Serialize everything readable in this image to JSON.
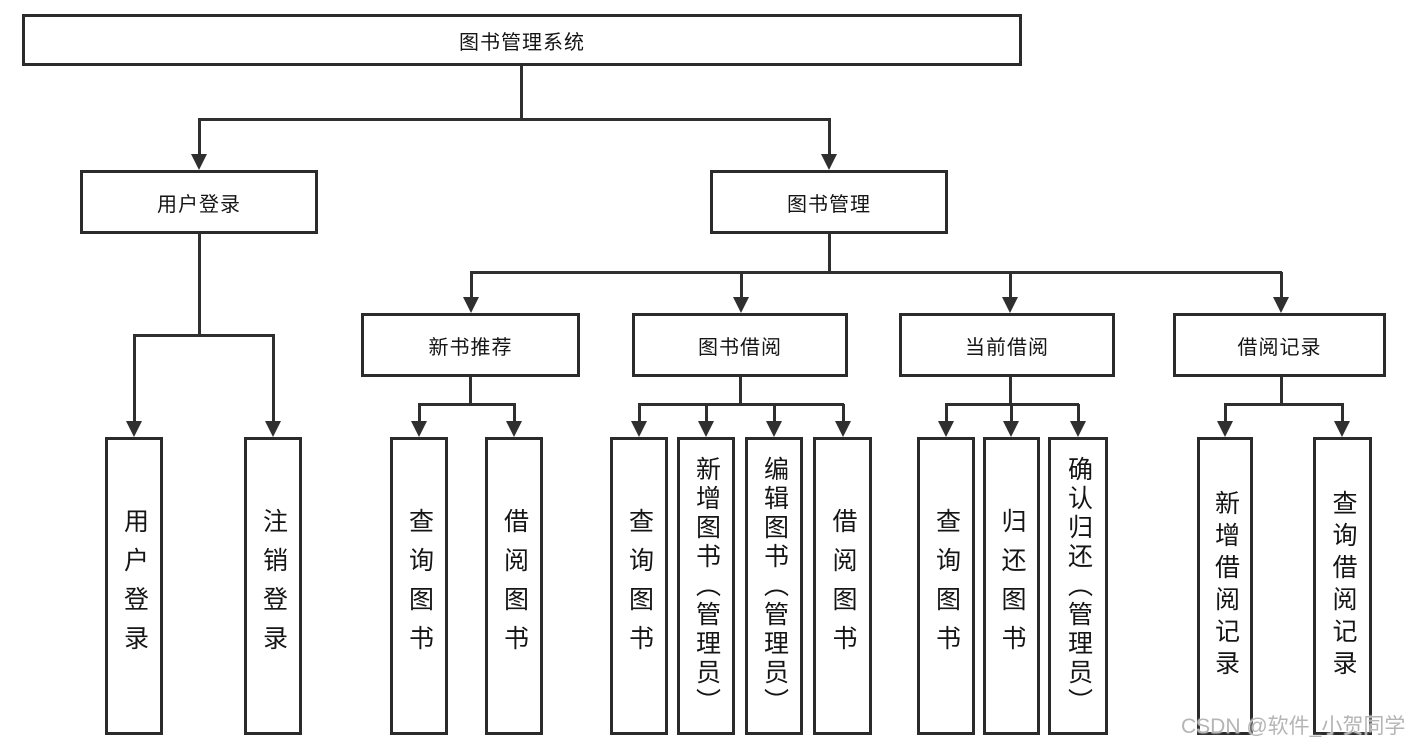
{
  "page": {
    "background": "#ffffff"
  },
  "colors": {
    "line": "#2f2f2f",
    "box_border": "#2b2b2b",
    "text": "#151515",
    "watermark": "#b5b5b5"
  },
  "nodes": {
    "root": {
      "label": "图书管理系统"
    },
    "user_login": {
      "label": "用户登录"
    },
    "book_mgmt": {
      "label": "图书管理"
    },
    "login_user": {
      "label": "用户登录"
    },
    "login_logout": {
      "label": "注销登录"
    },
    "new_books": {
      "label": "新书推荐"
    },
    "book_borrow": {
      "label": "图书借阅"
    },
    "current_borrow": {
      "label": "当前借阅"
    },
    "borrow_records": {
      "label": "借阅记录"
    },
    "nb_query": {
      "label": "查询图书"
    },
    "nb_borrow": {
      "label": "借阅图书"
    },
    "bb_query": {
      "label": "查询图书"
    },
    "bb_add": {
      "label": "新增图书（管理员）"
    },
    "bb_edit": {
      "label": "编辑图书（管理员）"
    },
    "bb_borrow": {
      "label": "借阅图书"
    },
    "cb_query": {
      "label": "查询图书"
    },
    "cb_return": {
      "label": "归还图书"
    },
    "cb_confirm": {
      "label": "确认归还（管理员）"
    },
    "br_add": {
      "label": "新增借阅记录"
    },
    "br_query": {
      "label": "查询借阅记录"
    }
  },
  "watermark": {
    "text": "CSDN @软件_小贺同学"
  }
}
